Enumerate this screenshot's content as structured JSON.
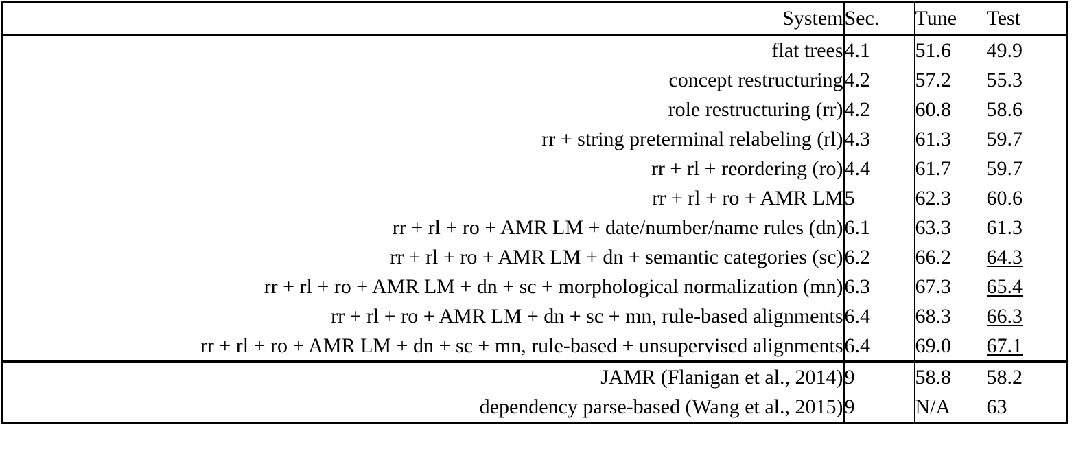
{
  "table": {
    "columns": [
      "System",
      "Sec.",
      "Tune",
      "Test"
    ],
    "sections": [
      {
        "name": "this-work",
        "rows": [
          {
            "system": "flat trees",
            "sec": "4.1",
            "tune": "51.6",
            "tune_style": "plain",
            "test": "49.9",
            "test_style": "plain"
          },
          {
            "system": "concept restructuring",
            "sec": "4.2",
            "tune": "57.2",
            "tune_style": "plain",
            "test": "55.3",
            "test_style": "plain"
          },
          {
            "system": "role restructuring (rr)",
            "sec": "4.2",
            "tune": "60.8",
            "tune_style": "bold",
            "test": "58.6",
            "test_style": "bold"
          },
          {
            "system": "rr + string preterminal relabeling (rl)",
            "sec": "4.3",
            "tune": "61.3",
            "tune_style": "bold",
            "test": "59.7",
            "test_style": "bold"
          },
          {
            "system": "rr + rl + reordering (ro)",
            "sec": "4.4",
            "tune": "61.7",
            "tune_style": "bold",
            "test": "59.7",
            "test_style": "bold"
          },
          {
            "system": "rr + rl + ro + AMR LM",
            "sec": "5",
            "tune": "62.3",
            "tune_style": "bold",
            "test": "60.6",
            "test_style": "bold"
          },
          {
            "system": "rr + rl + ro + AMR LM + date/number/name rules (dn)",
            "sec": "6.1",
            "tune": "63.3",
            "tune_style": "bold",
            "test": "61.3",
            "test_style": "bold"
          },
          {
            "system": "rr + rl + ro + AMR LM + dn + semantic categories (sc)",
            "sec": "6.2",
            "tune": "66.2",
            "tune_style": "bold",
            "test": "64.3",
            "test_style": "bold-underline"
          },
          {
            "system": "rr + rl + ro + AMR LM + dn + sc + morphological normalization (mn)",
            "sec": "6.3",
            "tune": "67.3",
            "tune_style": "bold",
            "test": "65.4",
            "test_style": "bold-underline"
          },
          {
            "system": "rr + rl + ro + AMR LM + dn + sc + mn, rule-based alignments",
            "sec": "6.4",
            "tune": "68.3",
            "tune_style": "bold",
            "test": "66.3",
            "test_style": "bold-underline"
          },
          {
            "system": "rr + rl + ro + AMR LM + dn + sc + mn, rule-based + unsupervised alignments",
            "sec": "6.4",
            "tune": "69.0",
            "tune_style": "bold",
            "test": "67.1",
            "test_style": "bold-underline"
          }
        ]
      },
      {
        "name": "prior-work",
        "rows": [
          {
            "system": "JAMR (Flanigan et al., 2014)",
            "sec": "9",
            "tune": "58.8",
            "tune_style": "plain",
            "test": "58.2",
            "test_style": "plain"
          },
          {
            "system": "dependency parse-based (Wang et al., 2015)",
            "sec": "9",
            "tune": "N/A",
            "tune_style": "plain",
            "test": "63",
            "test_style": "plain"
          }
        ]
      }
    ]
  }
}
